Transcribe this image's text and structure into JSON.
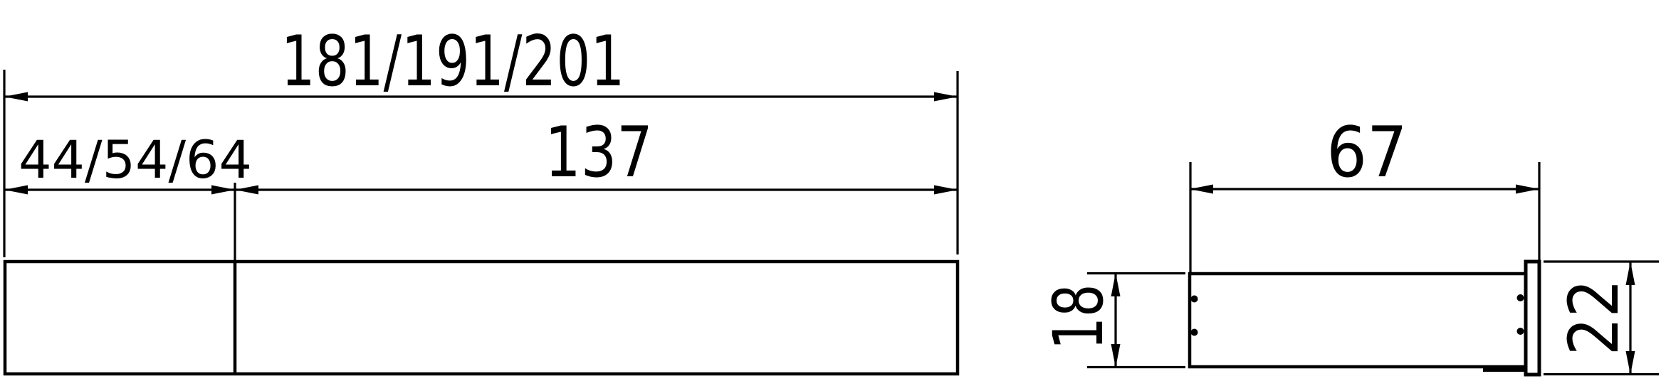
{
  "page": {
    "background_color": "#ffffff",
    "line_color": "#000000"
  },
  "front_view": {
    "dim_total_length": "181/191/201",
    "dim_left_segment": "44/54/64",
    "dim_right_segment": "137"
  },
  "side_view": {
    "dim_depth": "67",
    "dim_body_height": "18",
    "dim_overall_height": "22"
  }
}
